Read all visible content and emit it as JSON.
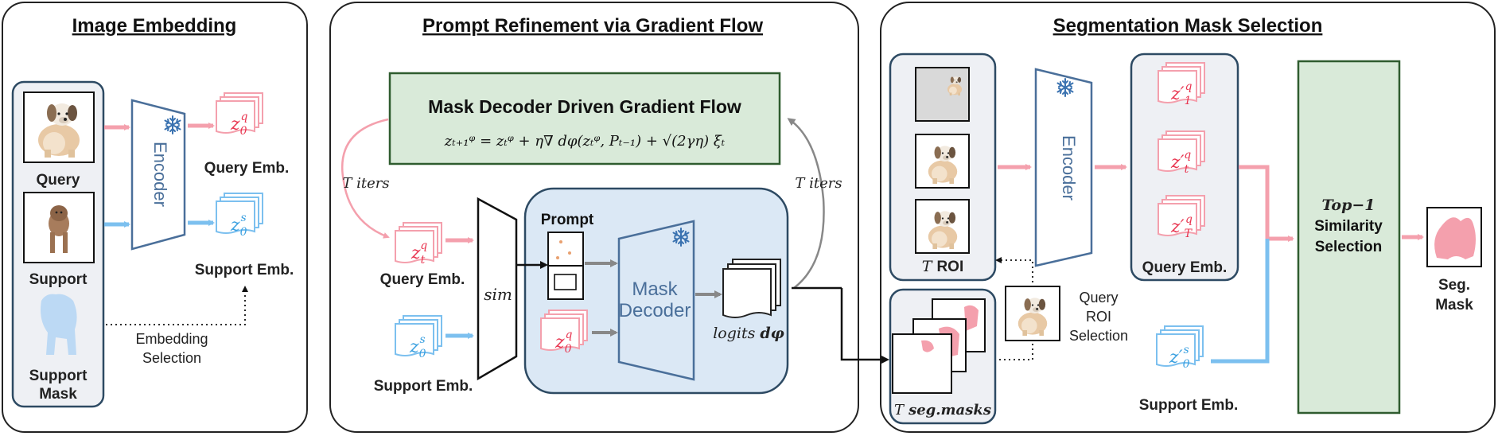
{
  "panels": {
    "image_embedding": {
      "title": "Image Embedding",
      "query": "Query",
      "support": "Support",
      "support_mask": [
        "Support",
        "Mask"
      ],
      "encoder": "Encoder",
      "query_emb": "Query Emb.",
      "support_emb": "Support Emb.",
      "embedding_selection": [
        "Embedding",
        "Selection"
      ],
      "z_query": {
        "base": "z",
        "sub": "0",
        "sup": "q"
      },
      "z_support": {
        "base": "z",
        "sub": "0",
        "sup": "s"
      }
    },
    "prompt_refinement": {
      "title": "Prompt Refinement via Gradient Flow",
      "gradient_flow_title": "Mask Decoder Driven Gradient Flow",
      "equation": "zₜ₊₁ᵠ = zₜᵠ + η∇ dφ(zₜᵠ, Pₜ₋₁) + √(2γη) ξₜ",
      "t_iters_left": "T iters",
      "t_iters_right": "T iters",
      "query_emb": "Query Emb.",
      "support_emb": "Support Emb.",
      "sim": "sim",
      "prompt": "Prompt",
      "mask_decoder": [
        "Mask",
        "Decoder"
      ],
      "logits_label": "logits",
      "logits_symbol": "dφ",
      "z_t": {
        "base": "z",
        "sub": "t",
        "sup": "q"
      },
      "z_0q": {
        "base": "z",
        "sub": "0",
        "sup": "q"
      },
      "z_0s": {
        "base": "z",
        "sub": "0",
        "sup": "s"
      }
    },
    "mask_selection": {
      "title": "Segmentation Mask Selection",
      "t_roi_italic": "T",
      "t_roi_bold": "ROI",
      "encoder": "Encoder",
      "query_emb": "Query Emb.",
      "support_emb": "Support Emb.",
      "query_roi_selection": [
        "Query",
        "ROI",
        "Selection"
      ],
      "t_seg_masks_italic": "T",
      "t_seg_masks_bold": "seg.masks",
      "topk": [
        "Top−1",
        "Similarity",
        "Selection"
      ],
      "seg_mask": [
        "Seg.",
        "Mask"
      ],
      "z_1": {
        "base": "z′",
        "sub": "1",
        "sup": "q"
      },
      "z_t": {
        "base": "z′",
        "sub": "t",
        "sup": "q"
      },
      "z_T": {
        "base": "z′",
        "sub": "T",
        "sup": "q"
      },
      "z_s": {
        "base": "z′",
        "sub": "0",
        "sup": "s"
      }
    }
  },
  "colors": {
    "pink": "#f4a0ad",
    "pink_text": "#e8344f",
    "blue": "#7cc0ef",
    "blue_text": "#3aa0e0",
    "encoder_stroke": "#4a6f9a",
    "panel_fill": "#eef0f4",
    "decoder_fill": "#dbe8f5",
    "green": "#d9ead9",
    "green_stroke": "#2f5c2f",
    "gray_arrow": "#888888",
    "dark_border": "#2d4a63"
  },
  "icons": [
    "snowflake-icon",
    "dog-photo",
    "poodle-photo",
    "dog-silhouette"
  ]
}
